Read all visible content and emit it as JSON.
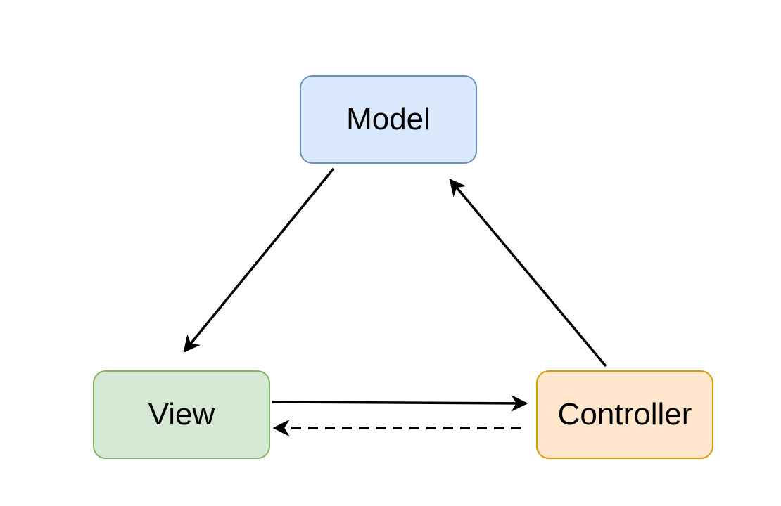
{
  "diagram": {
    "nodes": {
      "model": {
        "label": "Model",
        "fill": "#dae8fc",
        "stroke": "#6c8ebf"
      },
      "view": {
        "label": "View",
        "fill": "#d5e8d4",
        "stroke": "#82b366"
      },
      "controller": {
        "label": "Controller",
        "fill": "#ffe6cc",
        "stroke": "#d79b00"
      }
    },
    "edges": [
      {
        "from": "model",
        "to": "view",
        "style": "solid"
      },
      {
        "from": "controller",
        "to": "model",
        "style": "solid"
      },
      {
        "from": "view",
        "to": "controller",
        "style": "solid"
      },
      {
        "from": "controller",
        "to": "view",
        "style": "dashed"
      }
    ],
    "edge_color": "#000000"
  }
}
